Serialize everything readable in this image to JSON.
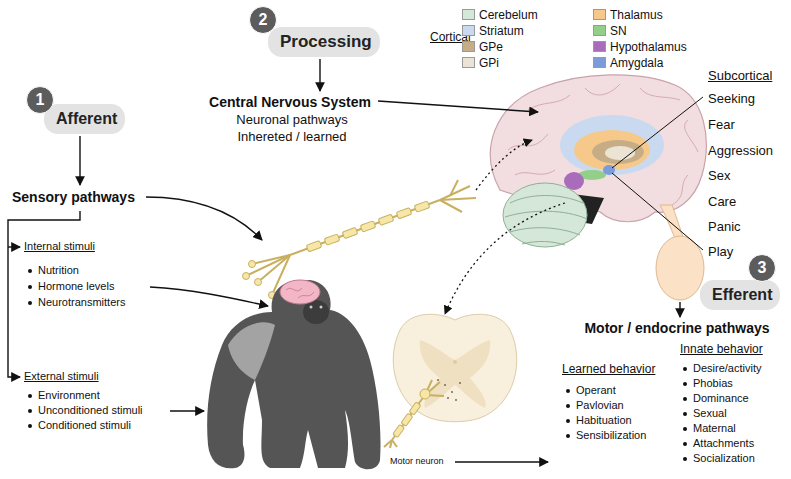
{
  "diagram": {
    "nodes": [
      {
        "text": [
          "1",
          "Afferent"
        ]
      },
      {
        "text": [
          "2",
          "Processing"
        ]
      },
      {
        "text": [
          "3",
          "Efferent"
        ]
      }
    ],
    "labels": [
      "Cortical",
      "Subcortical",
      "Seeking",
      "Fear",
      "Aggression",
      "Sex",
      "Care",
      "Panic",
      "Play",
      "Central Nervous System",
      "Neuronal pathways",
      "Inhereted / learned",
      "Sensory pathways",
      "Internal stimuli",
      "Nutrition",
      "Hormone levels",
      "Neurotransmitters",
      "External stimuli",
      "Environment",
      "Unconditioned stimuli",
      "Conditioned stimuli",
      "Motor neuron",
      "Motor / endocrine pathways",
      "Learned behavior",
      "Operant",
      "Pavlovian",
      "Habituation",
      "Sensibilization",
      "Innate behavior",
      "Desire/activity",
      "Phobias",
      "Dominance",
      "Sexual",
      "Maternal",
      "Attachments",
      "Socialization"
    ],
    "legend": [
      {
        "text": "Cerebelum",
        "color": "#d5e7d9"
      },
      {
        "text": "Striatum",
        "color": "#c9daf0"
      },
      {
        "text": "GPe",
        "color": "#c7ad85"
      },
      {
        "text": "GPi",
        "color": "#ebe3d3"
      },
      {
        "text": "Thalamus",
        "color": "#f6c98b"
      },
      {
        "text": "SN",
        "color": "#94cf8a"
      },
      {
        "text": "Hypothalamus",
        "color": "#a86cbb"
      },
      {
        "text": "Amygdala",
        "color": "#7b9bd9"
      }
    ]
  }
}
